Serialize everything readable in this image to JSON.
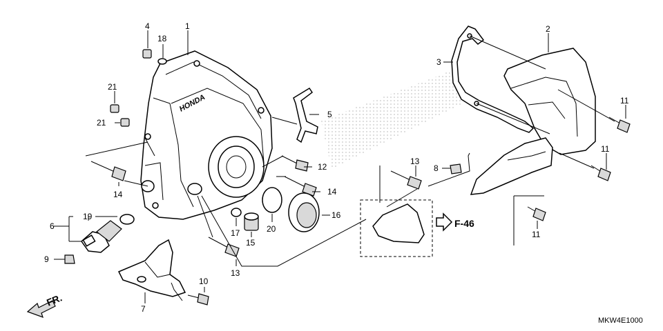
{
  "callouts": {
    "c1": "1",
    "c2": "2",
    "c3": "3",
    "c4": "4",
    "c5": "5",
    "c6": "6",
    "c7": "7",
    "c8": "8",
    "c9": "9",
    "c10": "10",
    "c11a": "11",
    "c11b": "11",
    "c11c": "11",
    "c12": "12",
    "c13a": "13",
    "c13b": "13",
    "c14a": "14",
    "c14b": "14",
    "c15": "15",
    "c16": "16",
    "c17": "17",
    "c18": "18",
    "c19": "19",
    "c20": "20",
    "c21a": "21",
    "c21b": "21"
  },
  "cover_brand": "HONDA",
  "reference": "F-46",
  "front_marker": "FR.",
  "diagram_code": "MKW4E1000"
}
